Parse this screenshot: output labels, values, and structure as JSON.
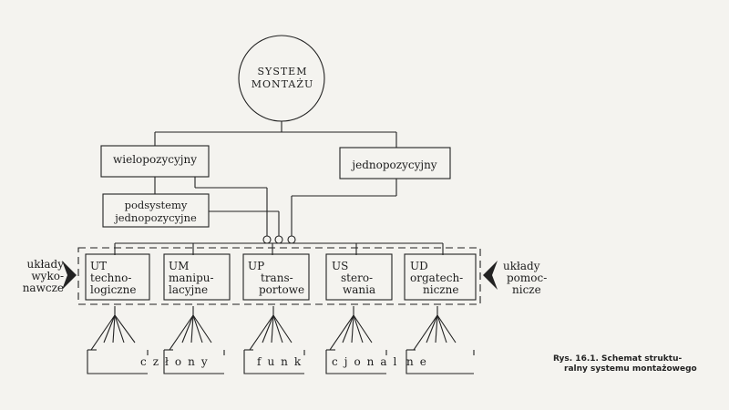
{
  "diagram": {
    "system_node": "SYSTEM MONTAŻU",
    "level1": {
      "multi": "wielopozycyjny",
      "single": "jednopozycyjny"
    },
    "subsystems": {
      "line1": "podsystemy",
      "line2": "jednopozycyjne"
    },
    "units": [
      {
        "code": "UT",
        "line1": "techno-",
        "line2": "logiczne"
      },
      {
        "code": "UM",
        "line1": "manipu-",
        "line2": "lacyjne"
      },
      {
        "code": "UP",
        "line1": "trans-",
        "line2": "portowe"
      },
      {
        "code": "US",
        "line1": "stero-",
        "line2": "wania"
      },
      {
        "code": "UD",
        "line1": "orgatech-",
        "line2": "niczne"
      }
    ],
    "left_group": {
      "line1": "układy",
      "line2": "wyko-",
      "line3": "nawcze"
    },
    "right_group": {
      "line1": "układy",
      "line2": "pomoc-",
      "line3": "nicze"
    },
    "bottom_label_parts": [
      "człony",
      "funk",
      "cjonal",
      "ne"
    ]
  },
  "caption": {
    "line1": "Rys. 16.1. Schemat struktu-",
    "line2": "ralny systemu montażowego"
  }
}
